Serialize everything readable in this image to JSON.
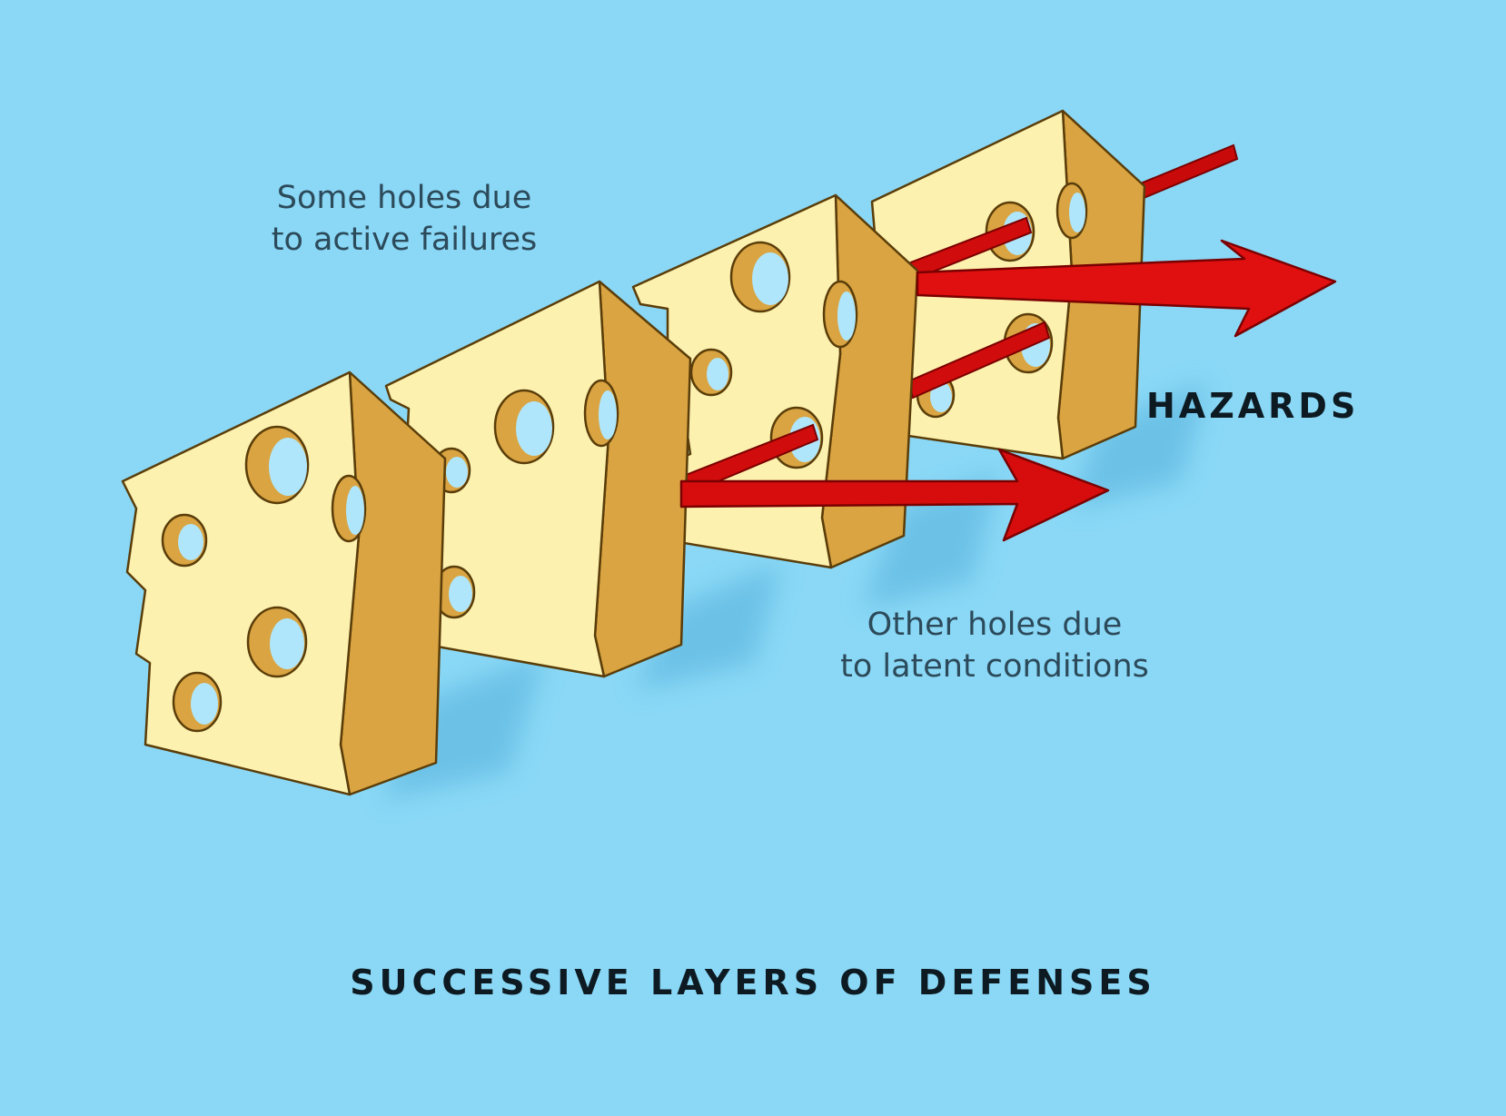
{
  "labels": {
    "active": "Some holes due\nto active failures",
    "latent": "Other holes due\nto latent conditions",
    "hazards": "HAZARDS",
    "caption": "SUCCESSIVE LAYERS OF DEFENSES"
  },
  "colors": {
    "background": "#8ad8f6",
    "cheese_face": "#fcf1ae",
    "cheese_side": "#d9a441",
    "hole": "#b0e6fb",
    "arrow": "#dd0d0d"
  }
}
